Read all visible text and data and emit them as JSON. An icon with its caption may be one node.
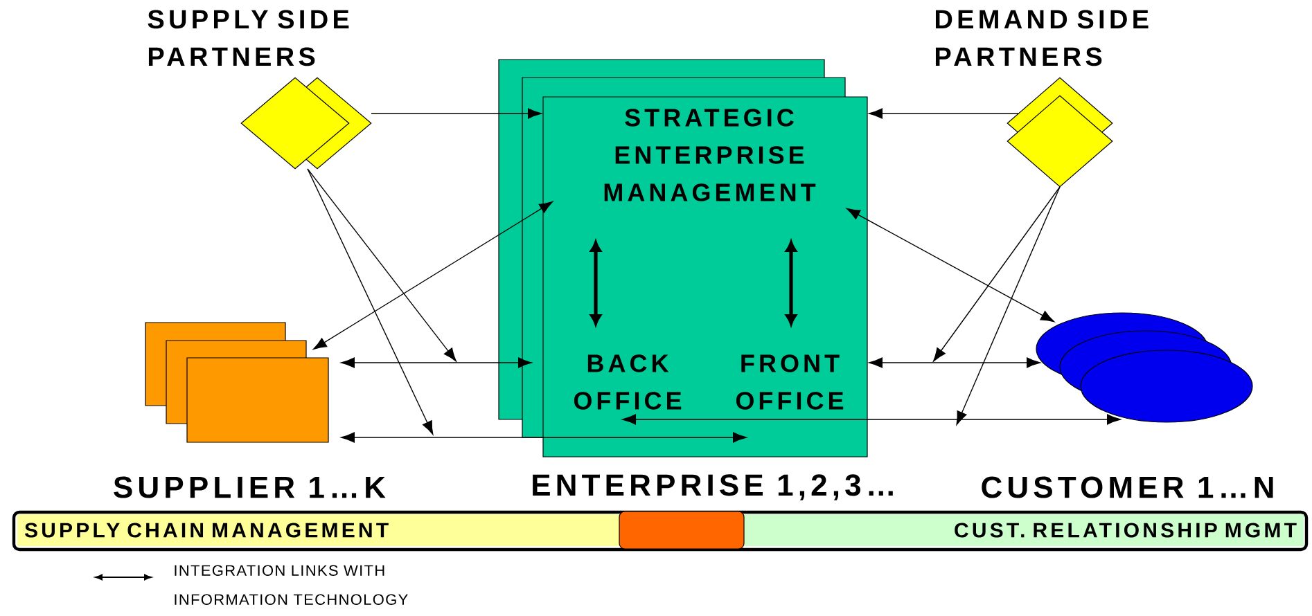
{
  "diagram": {
    "nodes": [
      {
        "text": [
          "SUPPLY SIDE PARTNERS"
        ]
      },
      {
        "text": [
          "DEMAND SIDE PARTNERS"
        ]
      },
      {
        "text": [],
        "shape": "box"
      },
      {
        "text": [
          "STRATEGIC ENTERPRISE MANAGEMENT"
        ],
        "in": 2
      },
      {
        "text": [
          "BACK OFFICE"
        ],
        "in": 2
      },
      {
        "text": [
          "FRONT OFFICE"
        ],
        "in": 2
      },
      {
        "text": [],
        "shape": "box"
      },
      {
        "text": [],
        "shape": "ellipse"
      },
      {
        "text": [
          "SUPPLY CHAIN MANAGEMENT"
        ]
      },
      {
        "text": [],
        "shape": "bar"
      },
      {
        "text": [
          "CUST. RELATIONSHIP MGMT"
        ]
      }
    ],
    "edges": [
      {
        "from": 0,
        "to": 2,
        "arrow": "to"
      },
      {
        "from": 1,
        "to": 2,
        "arrow": "to"
      },
      {
        "from": 0,
        "to": null,
        "arrow": "to"
      },
      {
        "from": 0,
        "to": null,
        "arrow": "to"
      },
      {
        "from": 1,
        "to": null,
        "arrow": "to"
      },
      {
        "from": 1,
        "to": null,
        "arrow": "to"
      },
      {
        "from": 6,
        "to": 3,
        "arrow": "both"
      },
      {
        "from": 6,
        "to": 4,
        "arrow": "both"
      },
      {
        "from": 6,
        "to": 5,
        "arrow": "both"
      },
      {
        "from": 4,
        "to": 7,
        "arrow": "both"
      },
      {
        "from": 5,
        "to": 7,
        "arrow": "both"
      },
      {
        "from": 3,
        "to": 7,
        "arrow": "both"
      },
      {
        "from": 3,
        "to": 4,
        "arrow": "both",
        "style": "thick"
      },
      {
        "from": 3,
        "to": 5,
        "arrow": "both",
        "style": "thick"
      }
    ],
    "labels": [
      "SUPPLIER 1…K",
      "ENTERPRISE 1,2,3…",
      "CUSTOMER 1…N"
    ],
    "legend": [
      {
        "text": "INTEGRATION LINKS WITH INFORMATION TECHNOLOGY"
      }
    ]
  }
}
